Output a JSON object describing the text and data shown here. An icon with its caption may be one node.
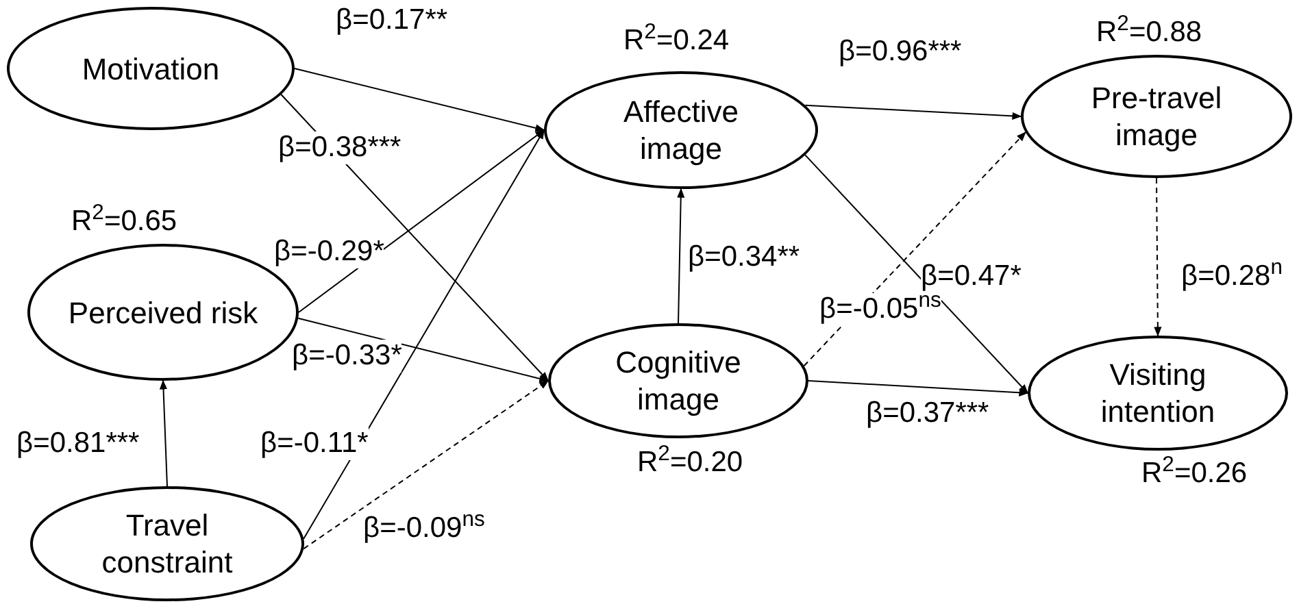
{
  "diagram": {
    "nodes": [
      {
        "text": [
          "Motivation"
        ]
      },
      {
        "text": [
          "Perceived risk"
        ],
        "beside": [
          "R$^{2}$=0.65"
        ]
      },
      {
        "text": [
          "Travel constraint"
        ]
      },
      {
        "text": [
          "Affective image"
        ],
        "beside": [
          "R$^{2}$=0.24"
        ]
      },
      {
        "text": [
          "Cognitive image"
        ],
        "beside": [
          "R$^{2}$=0.20"
        ]
      },
      {
        "text": [
          "Pre-travel image"
        ],
        "beside": [
          "R$^{2}$=0.88"
        ]
      },
      {
        "text": [
          "Visiting intention"
        ],
        "beside": [
          "R$^{2}$=0.26"
        ]
      }
    ],
    "edges": [
      {
        "from": 0,
        "to": 3,
        "arrow": "to",
        "label": "β=0.17**"
      },
      {
        "from": 0,
        "to": 4,
        "arrow": "to",
        "label": "β=0.38***"
      },
      {
        "from": 1,
        "to": 3,
        "arrow": "to",
        "label": "β=-0.29*"
      },
      {
        "from": 1,
        "to": 4,
        "arrow": "to",
        "label": "β=-0.33*"
      },
      {
        "from": 2,
        "to": 3,
        "arrow": "to",
        "label": "β=-0.11*"
      },
      {
        "from": 2,
        "to": 4,
        "arrow": "to",
        "label": "β=-0.09$^{ns}$",
        "style": "dashed"
      },
      {
        "from": 2,
        "to": 1,
        "arrow": "to",
        "label": "β=0.81***"
      },
      {
        "from": 4,
        "to": 3,
        "arrow": "to",
        "label": "β=0.34**"
      },
      {
        "from": 3,
        "to": 5,
        "arrow": "to",
        "label": "β=0.96***"
      },
      {
        "from": 3,
        "to": 6,
        "arrow": "to",
        "label": "β=0.47*"
      },
      {
        "from": 4,
        "to": 5,
        "arrow": "to",
        "label": "β=-0.05$^{ns}$",
        "style": "dashed"
      },
      {
        "from": 5,
        "to": 6,
        "arrow": "to",
        "label": "β=0.28$^{n}$",
        "style": "dashed"
      },
      {
        "from": 4,
        "to": 6,
        "arrow": "to",
        "label": "β=0.37***"
      }
    ]
  }
}
